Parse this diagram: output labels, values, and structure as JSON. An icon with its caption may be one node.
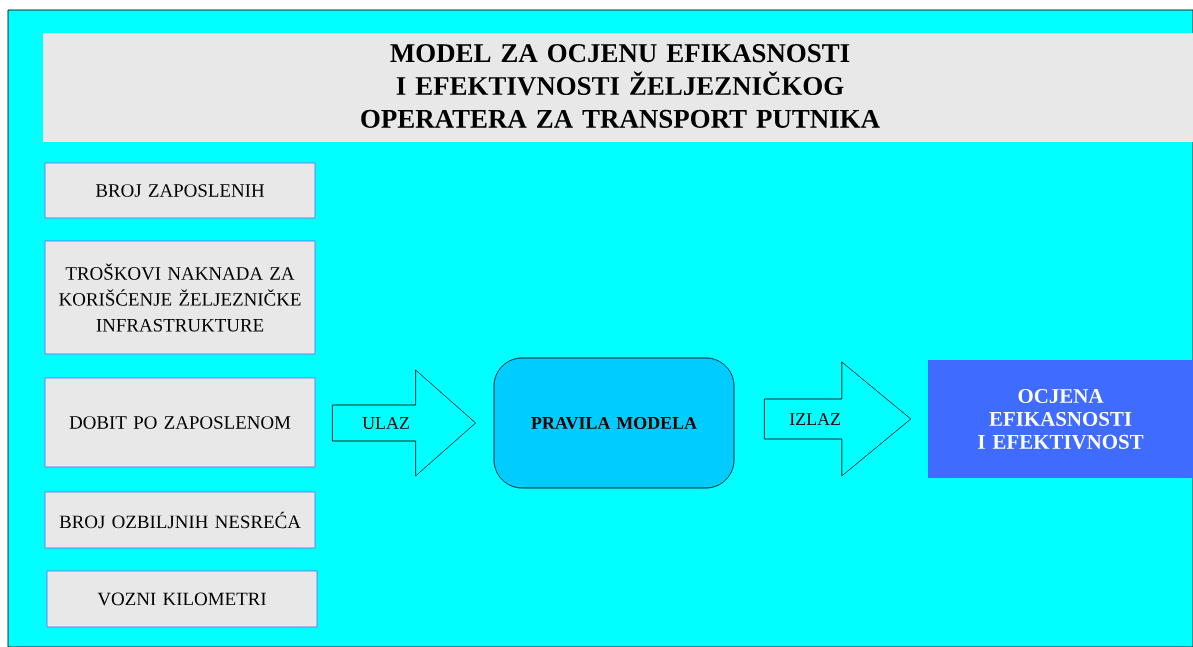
{
  "diagram": {
    "title": "MODEL ZA OCJENU EFIKASNOSTI I EFEKTIVNOSTI ŽELJEZNIČKOG OPERATERA ZA TRANSPORT PUTNIKA",
    "nodes": [
      {
        "text": [
          "BROJ ZAPOSLENIH"
        ]
      },
      {
        "text": [
          "TROŠKOVI NAKNADA ZA KORIŠĆENJE ŽELJEZNIČKE INFRASTRUKTURE"
        ]
      },
      {
        "text": [
          "DOBIT PO ZAPOSLENOM"
        ]
      },
      {
        "text": [
          "BROJ OZBILJNIH NESREĆA"
        ]
      },
      {
        "text": [
          "VOZNI KILOMETRI"
        ]
      },
      {
        "text": [
          "PRAVILA MODELA"
        ]
      },
      {
        "text": [
          "OCJENA EFIKASNOSTI I EFEKTIVNOST"
        ]
      }
    ],
    "edges": [
      {
        "from": 2,
        "to": 5,
        "arrow": "to",
        "label": "ULAZ"
      },
      {
        "from": 5,
        "to": 6,
        "arrow": "to",
        "label": "IZLAZ"
      }
    ]
  }
}
